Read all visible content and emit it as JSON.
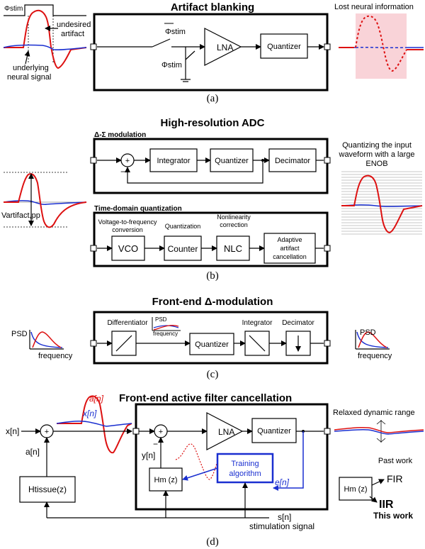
{
  "panel_a": {
    "title": "Artifact blanking",
    "phi_stim_top": "Φstim",
    "undesired": "undesired",
    "artifact": "artifact",
    "underlying": "underlying",
    "neural_signal": "neural signal",
    "phi_bar": "Φstim",
    "phi": "Φstim",
    "lna": "LNA",
    "quantizer": "Quantizer",
    "lost_info": "Lost neural information",
    "caption": "(a)"
  },
  "panel_b": {
    "title": "High-resolution ADC",
    "delta_sigma": "Δ-Σ  modulation",
    "integrator": "Integrator",
    "quantizer": "Quantizer",
    "decimator": "Decimator",
    "quant_line1": "Quantizing the input",
    "quant_line2": "waveform with a large",
    "quant_line3": "ENOB",
    "v_artifact": "Vartifact,pp",
    "time_domain": "Time-domain quantization",
    "v2f_line1": "Voltage-to-frequency",
    "v2f_line2": "conversion",
    "quantization": "Quantization",
    "nonlin_line1": "Nonlinearity",
    "nonlin_line2": "correction",
    "vco": "VCO",
    "counter": "Counter",
    "nlc": "NLC",
    "adaptive_line1": "Adaptive",
    "adaptive_line2": "artifact",
    "adaptive_line3": "cancellation",
    "caption": "(b)"
  },
  "panel_c": {
    "title": "Front-end Δ-modulation",
    "psd": "PSD",
    "frequency": "frequency",
    "differentiator": "Differentiator",
    "inner_psd": "PSD",
    "inner_freq": "frequency",
    "quantizer": "Quantizer",
    "integrator": "Integrator",
    "decimator": "Decimator",
    "caption": "(c)"
  },
  "panel_d": {
    "title": "Front-end active filter cancellation",
    "a_n_red": "a[n]",
    "x_n_blue": "x[n]",
    "x_n": "x[n]",
    "a_n": "a[n]",
    "y_n": "y[n]",
    "minus": "−",
    "lna": "LNA",
    "quantizer": "Quantizer",
    "relaxed": "Relaxed dynamic range",
    "h_tissue": "Htissue(z)",
    "h_m": "Hm (z)",
    "training_line1": "Training",
    "training_line2": "algorithm",
    "e_n": "e[n]",
    "h_m_right": "Hm (z)",
    "past_work": "Past work",
    "fir": "FIR",
    "iir": "IIR",
    "this_work": "This work",
    "s_n": "s[n]",
    "stim_signal": "stimulation signal",
    "caption": "(d)"
  },
  "colors": {
    "red": "#dd1111",
    "blue": "#1a2fd0",
    "pink": "#f9d3d8",
    "gray": "#888888"
  }
}
